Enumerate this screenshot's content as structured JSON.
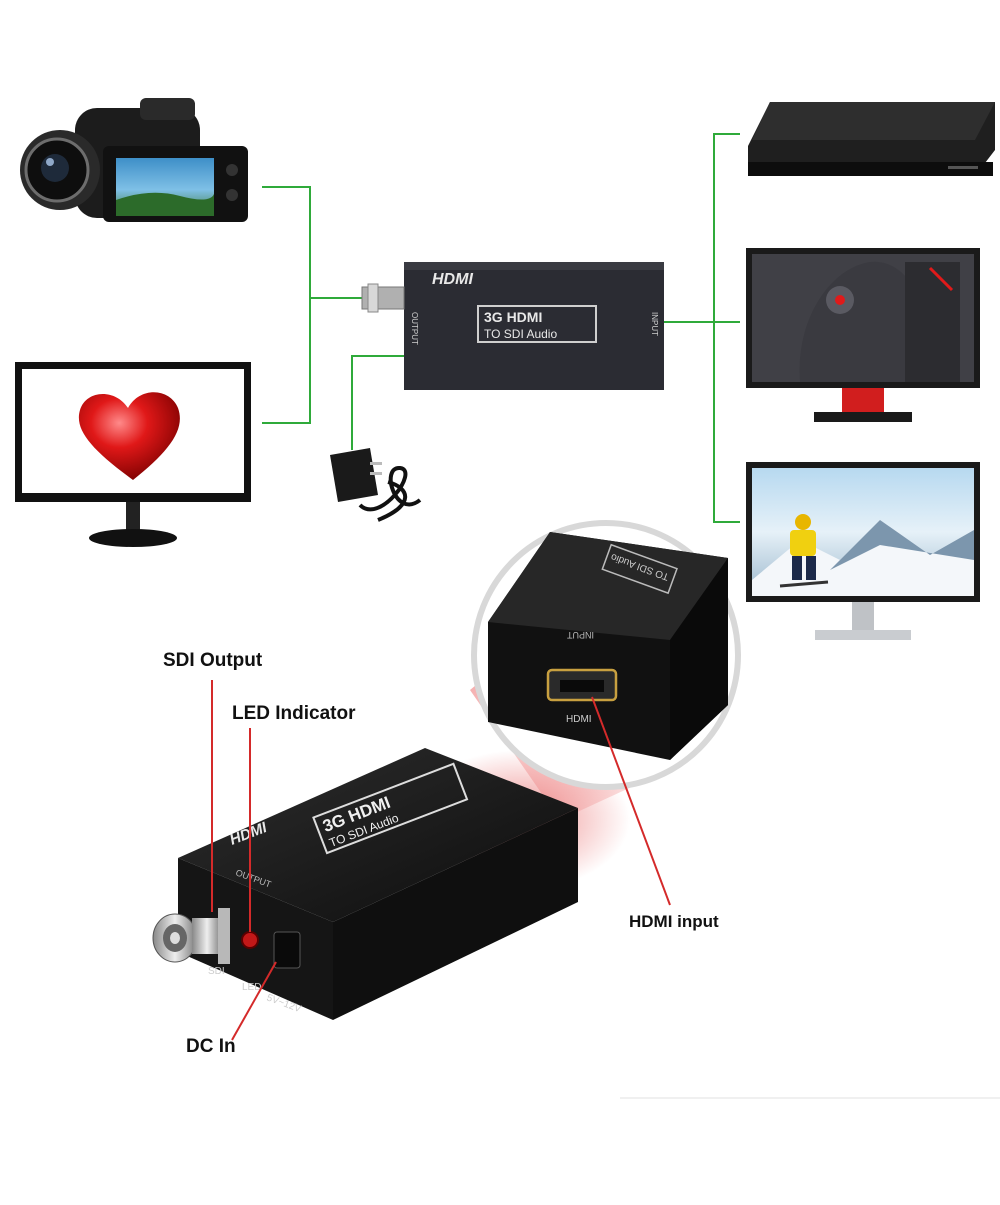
{
  "brand": {
    "logo": "HDMI",
    "model_line1": "3G HDMI",
    "model_line2": "TO SDI Audio"
  },
  "device_ports": {
    "output": "OUTPUT",
    "input": "INPUT",
    "sdi": "SDI",
    "led": "LED",
    "power": "5V~12V",
    "hdmi": "HDMI"
  },
  "callouts": {
    "sdi_output": "SDI Output",
    "led_indicator": "LED Indicator",
    "hdmi_input": "HDMI input",
    "dc_in": "DC In"
  },
  "colors": {
    "connection_line": "#2faa3a",
    "pointer_line": "#d42a2a",
    "device_body": "#1b1b1b"
  }
}
